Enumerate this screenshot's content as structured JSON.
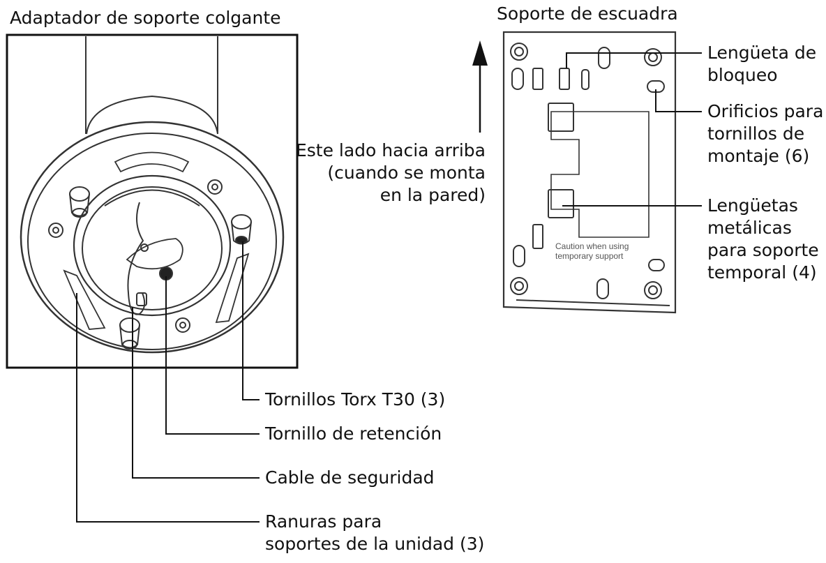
{
  "left_panel": {
    "title": "Adaptador de soporte colgante",
    "callouts": {
      "torx_screws": "Tornillos Torx T30 (3)",
      "retention_screw": "Tornillo de retención",
      "safety_cable": "Cable de seguridad",
      "slots": "Ranuras para\nsoportes de la unidad (3)"
    }
  },
  "right_panel": {
    "title": "Soporte de escuadra",
    "up_note": "Este lado hacia arriba\n(cuando se monta\nen la pared)",
    "callouts": {
      "locking_tab": "Lengüeta de\nbloqueo",
      "mount_holes": "Orificios para\ntornillos de\nmontaje (6)",
      "metal_tabs": "Lengüetas\nmetálicas\npara soporte\ntemporal (4)"
    },
    "plate_printed_text": {
      "line1": "Caution when using",
      "line2": "temporary support"
    }
  },
  "colors": {
    "line": "#111111",
    "drawing": "#333333",
    "fill": "#ffffff"
  }
}
